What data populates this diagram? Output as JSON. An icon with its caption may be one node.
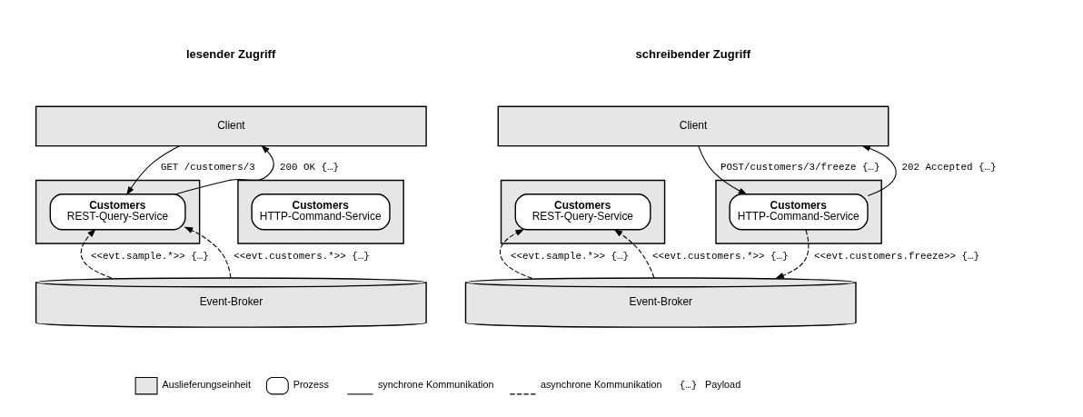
{
  "diagram": {
    "nodes": [
      {
        "text": [
          "Client"
        ]
      },
      {
        "text": [],
        "shape": "box"
      },
      {
        "text": [
          "Customers",
          "REST-Query-Service"
        ],
        "in": 1
      },
      {
        "text": [],
        "shape": "box"
      },
      {
        "text": [
          "Customers",
          "HTTP-Command-Service"
        ],
        "in": 3
      },
      {
        "text": [
          "Event-Broker"
        ]
      },
      {
        "text": [
          "Client"
        ]
      },
      {
        "text": [],
        "shape": "box"
      },
      {
        "text": [
          "Customers",
          "REST-Query-Service"
        ],
        "in": 7
      },
      {
        "text": [],
        "shape": "box"
      },
      {
        "text": [
          "Customers",
          "HTTP-Command-Service"
        ],
        "in": 9
      },
      {
        "text": [
          "Event-Broker"
        ]
      }
    ],
    "edges": [
      {
        "from": 0,
        "to": 2,
        "arrow": "to",
        "label": "GET /customers/3"
      },
      {
        "from": 2,
        "to": 0,
        "arrow": "to",
        "label": "200 OK {…}"
      },
      {
        "from": 5,
        "to": 2,
        "arrow": "to",
        "label": "<<evt.sample.*>> {…}",
        "style": "dashed"
      },
      {
        "from": 5,
        "to": 2,
        "arrow": "to",
        "label": "<<evt.customers.*>> {…}",
        "style": "dashed"
      },
      {
        "from": 6,
        "to": 10,
        "arrow": "to",
        "label": "POST/customers/3/freeze {…}"
      },
      {
        "from": 10,
        "to": 6,
        "arrow": "to",
        "label": "202 Accepted {…}"
      },
      {
        "from": 11,
        "to": 8,
        "arrow": "to",
        "label": "<<evt.sample.*>> {…}",
        "style": "dashed"
      },
      {
        "from": 11,
        "to": 8,
        "arrow": "to",
        "label": "<<evt.customers.*>> {…}",
        "style": "dashed"
      },
      {
        "from": 10,
        "to": 11,
        "arrow": "to",
        "label": "<<evt.customers.freeze>> {…}",
        "style": "dashed"
      }
    ],
    "labels": [
      "lesender Zugriff",
      "schreibender Zugriff",
      "{…}"
    ],
    "legend": [
      {
        "text": "Auslieferungseinheit",
        "color": "#e6e6e6"
      },
      {
        "text": "Prozess"
      },
      {
        "text": "synchrone Kommunikation"
      },
      {
        "text": "asynchrone Kommunikation"
      },
      {
        "text": "Payload"
      }
    ]
  }
}
